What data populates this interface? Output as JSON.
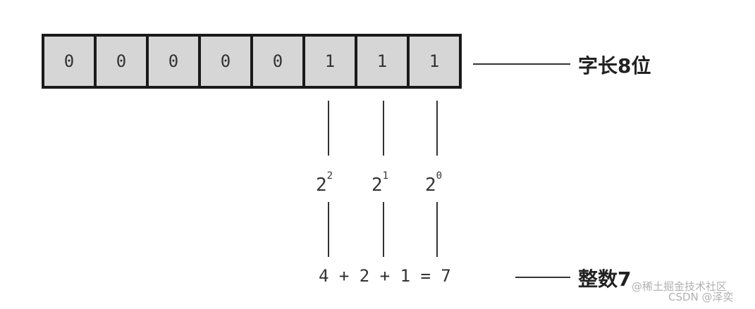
{
  "bits": [
    "0",
    "0",
    "0",
    "0",
    "0",
    "1",
    "1",
    "1"
  ],
  "word_label": "字长8位",
  "powers": [
    {
      "base": "2",
      "exp": "2"
    },
    {
      "base": "2",
      "exp": "1"
    },
    {
      "base": "2",
      "exp": "0"
    }
  ],
  "sum_expression": "4 + 2 + 1 = 7",
  "integer_label": "整数7",
  "watermark": {
    "line1": "@稀土掘金技术社区",
    "line2": "CSDN @泽奕"
  }
}
